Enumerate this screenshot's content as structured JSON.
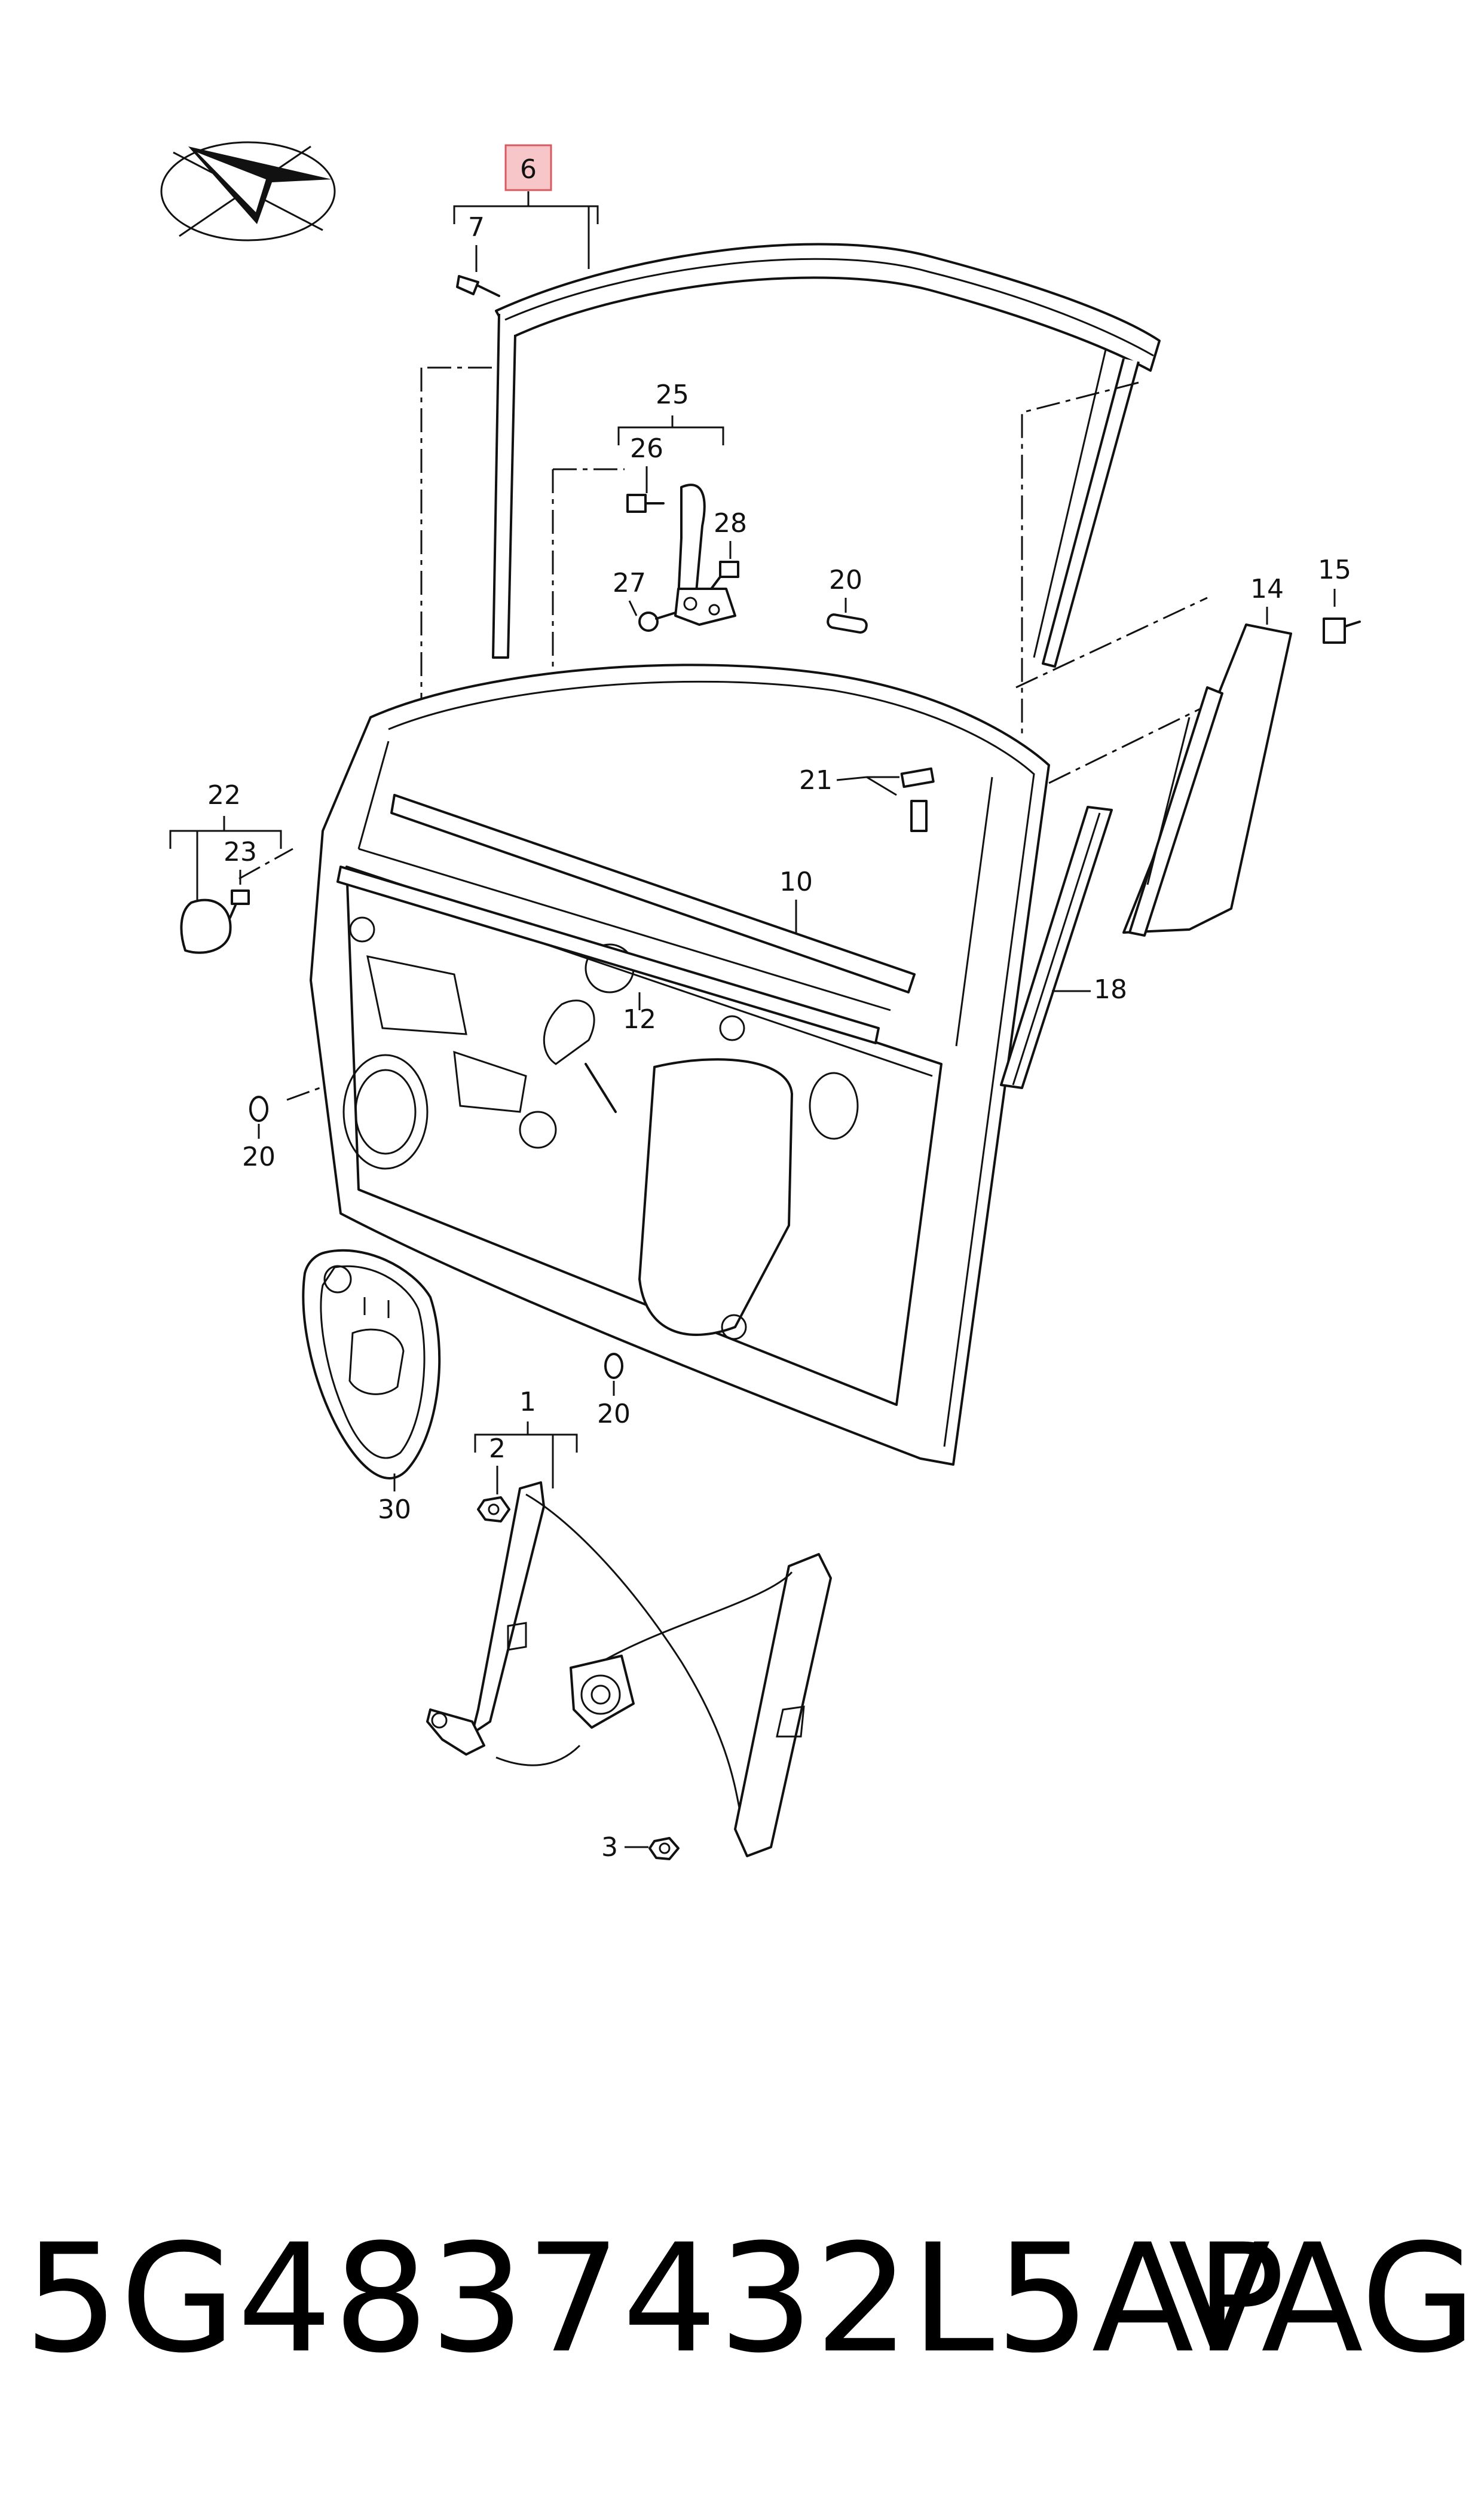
{
  "callouts": {
    "c6": "6",
    "c7": "7",
    "c25": "25",
    "c26": "26",
    "c28": "28",
    "c27": "27",
    "c20a": "20",
    "c14": "14",
    "c15": "15",
    "c21": "21",
    "c22": "22",
    "c23": "23",
    "c10": "10",
    "c12": "12",
    "c18": "18",
    "c20b": "20",
    "c20c": "20",
    "c30": "30",
    "c1": "1",
    "c2": "2",
    "c3": "3"
  },
  "footer": {
    "part_number": "5G4837432L5AP",
    "brand": "VAG"
  }
}
